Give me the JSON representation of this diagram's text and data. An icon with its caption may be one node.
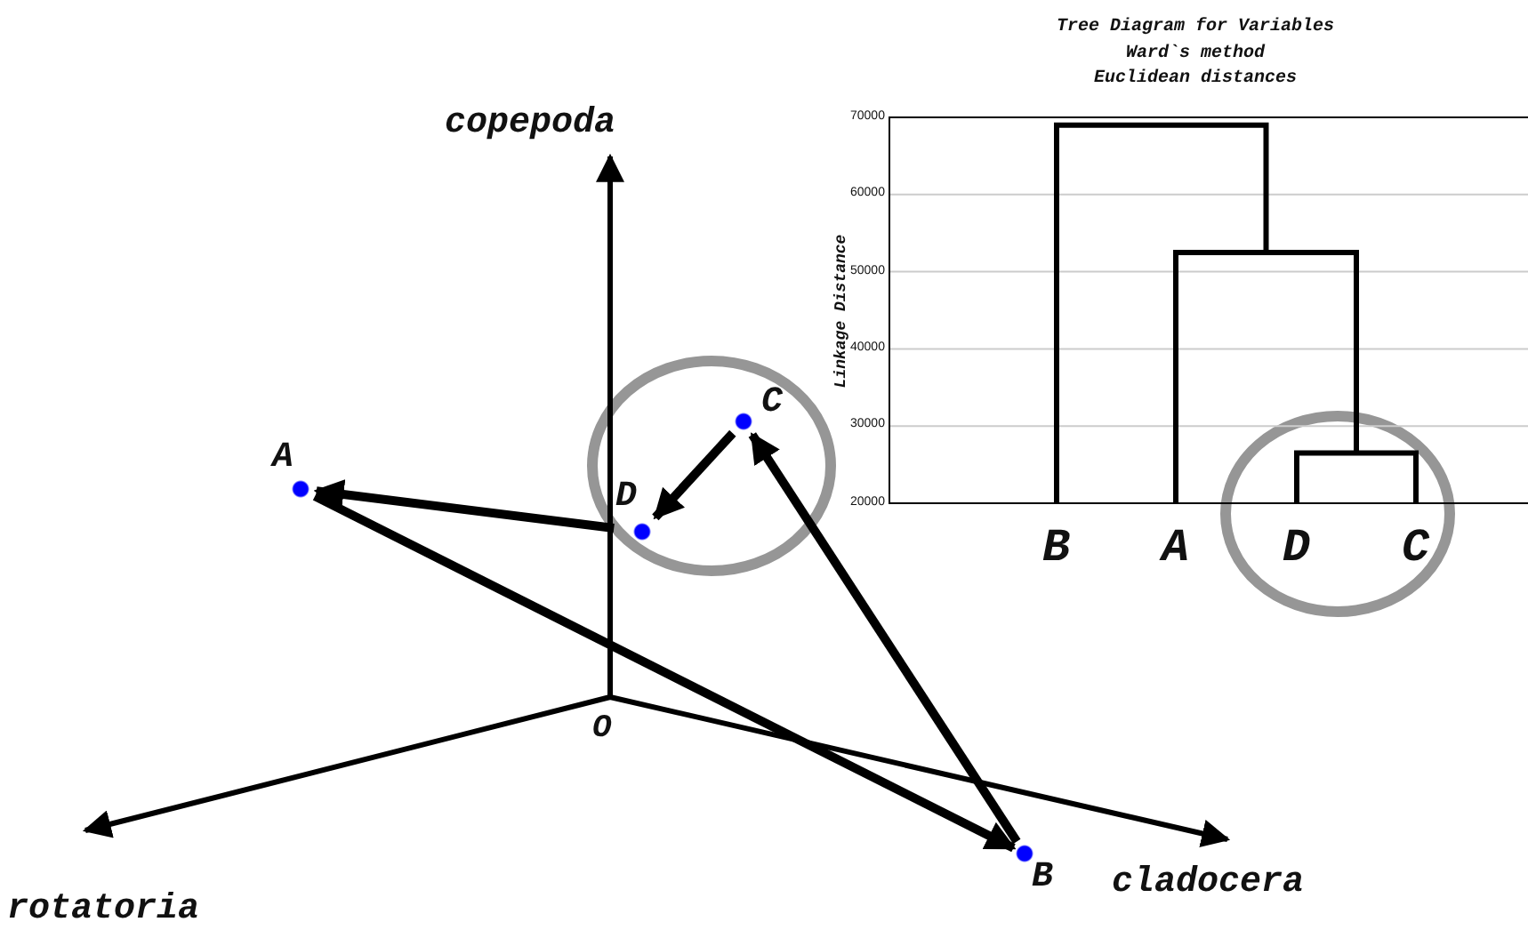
{
  "diagram": {
    "nodes": [
      {
        "text": [
          "A"
        ]
      },
      {
        "text": [
          "B"
        ]
      },
      {
        "text": [
          "C"
        ]
      },
      {
        "text": [
          "D"
        ]
      }
    ],
    "edges": [
      {
        "from": 3,
        "to": 0,
        "arrow": "to"
      },
      {
        "from": 2,
        "to": 3,
        "arrow": "to"
      },
      {
        "from": 0,
        "to": 1,
        "arrow": "to"
      },
      {
        "from": 1,
        "to": 2,
        "arrow": "to"
      }
    ],
    "labels": [
      "Tree Diagram for Variables",
      "Ward`s method",
      "Euclidean distances",
      "copepoda",
      "70000",
      "60000",
      "50000",
      "Linkage Distance",
      "40000",
      "30000",
      "20000",
      "B",
      "A",
      "D",
      "C",
      "O",
      "rotatoria",
      "cladocera"
    ]
  }
}
